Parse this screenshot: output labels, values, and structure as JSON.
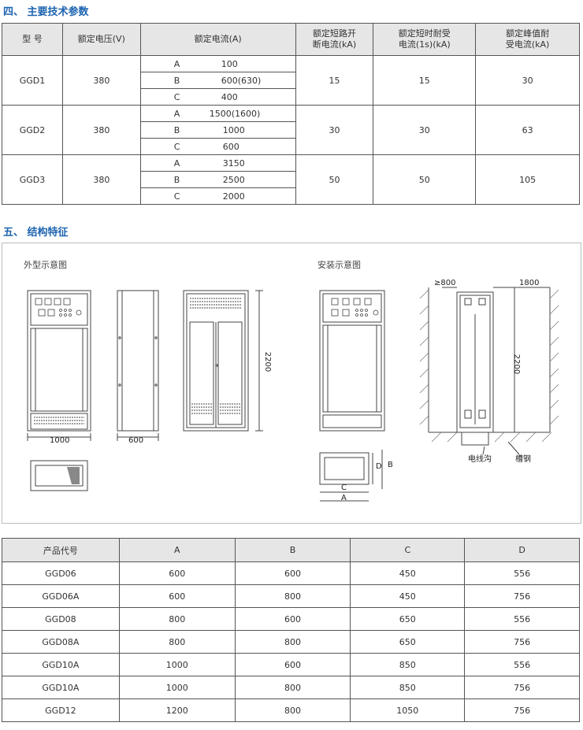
{
  "section4": {
    "title": "四、 主要技术参数"
  },
  "section5": {
    "title": "五、 结构特征"
  },
  "spec_table": {
    "headers": [
      "型 号",
      "额定电压(V)",
      "额定电流(A)",
      "额定短路开断电流(kA)",
      "额定短时耐受电流(1s)(kA)",
      "额定峰值耐受电流(kA)"
    ],
    "header_lines": {
      "col3": [
        "额定短路开",
        "断电流(kA)"
      ],
      "col4": [
        "额定短时耐受",
        "电流(1s)(kA)"
      ],
      "col5": [
        "额定峰值耐",
        "受电流(kA)"
      ]
    },
    "rows": [
      {
        "model": "GGD1",
        "voltage": "380",
        "currents": [
          [
            "A",
            "100"
          ],
          [
            "B",
            "600(630)"
          ],
          [
            "C",
            "400"
          ]
        ],
        "breaking": "15",
        "short_time": "15",
        "peak": "30"
      },
      {
        "model": "GGD2",
        "voltage": "380",
        "currents": [
          [
            "A",
            "1500(1600)"
          ],
          [
            "B",
            "1000"
          ],
          [
            "C",
            "600"
          ]
        ],
        "breaking": "30",
        "short_time": "30",
        "peak": "63"
      },
      {
        "model": "GGD3",
        "voltage": "380",
        "currents": [
          [
            "A",
            "3150"
          ],
          [
            "B",
            "2500"
          ],
          [
            "C",
            "2000"
          ]
        ],
        "breaking": "50",
        "short_time": "50",
        "peak": "105"
      }
    ]
  },
  "figures": {
    "outline_caption": "外型示意图",
    "install_caption": "安装示意图",
    "dim_width": "1000",
    "dim_depth": "600",
    "dim_height": "2200",
    "dim_front_clearance": "≥800",
    "dim_room": "1800",
    "dim_height2": "2200",
    "label_trench": "电线沟",
    "label_channel": "槽钢",
    "base_labels": [
      "A",
      "B",
      "C",
      "D"
    ]
  },
  "size_table": {
    "headers": [
      "产品代号",
      "A",
      "B",
      "C",
      "D"
    ],
    "rows": [
      [
        "GGD06",
        "600",
        "600",
        "450",
        "556"
      ],
      [
        "GGD06A",
        "600",
        "800",
        "450",
        "756"
      ],
      [
        "GGD08",
        "800",
        "600",
        "650",
        "556"
      ],
      [
        "GGD08A",
        "800",
        "800",
        "650",
        "756"
      ],
      [
        "GGD10A",
        "1000",
        "600",
        "850",
        "556"
      ],
      [
        "GGD10A",
        "1000",
        "800",
        "850",
        "756"
      ],
      [
        "GGD12",
        "1200",
        "800",
        "1050",
        "756"
      ]
    ]
  },
  "colors": {
    "title": "#1d64b0",
    "header_bg": "#e6e6e6"
  }
}
